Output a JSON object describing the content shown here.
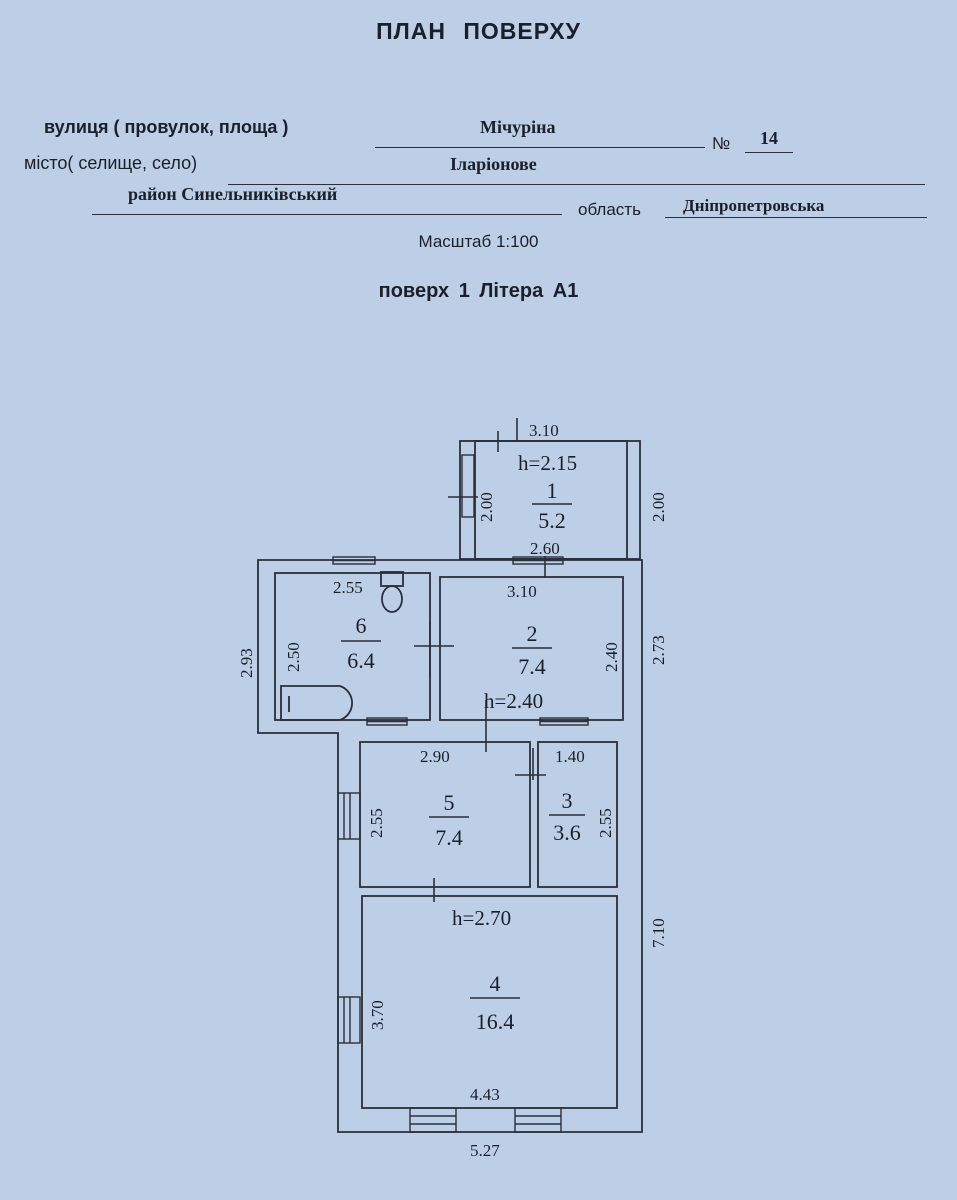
{
  "header": {
    "title": "ПЛАН ПОВЕРХУ",
    "street_label": "вулиця ( провулок, площа )",
    "street_value": "Мічуріна",
    "number_label": "№",
    "number_value": "14",
    "city_label": "місто( селище, село)",
    "city_value": "Іларіонове",
    "district_value": "район Синельниківський",
    "region_label": "область",
    "region_value": "Дніпропетровська",
    "scale": "Масштаб 1:100",
    "floor": "поверх 1 Літера А1"
  },
  "rooms": [
    {
      "number": "1",
      "area": "5.2"
    },
    {
      "number": "2",
      "area": "7.4"
    },
    {
      "number": "3",
      "area": "3.6"
    },
    {
      "number": "4",
      "area": "16.4"
    },
    {
      "number": "5",
      "area": "7.4"
    },
    {
      "number": "6",
      "area": "6.4"
    }
  ],
  "heights": {
    "room1": "h=2.15",
    "room2": "h=2.40",
    "room4": "h=2.70"
  },
  "dimensions": {
    "top_width": "3.10",
    "room1_left": "2.00",
    "room1_right_ext": "2.00",
    "room1_bottom": "2.60",
    "room6_top": "2.55",
    "room6_left_ext": "2.93",
    "room6_inner": "2.50",
    "room2_top": "3.10",
    "room2_right": "2.40",
    "right_ext_mid": "2.73",
    "room5_top": "2.90",
    "room3_top": "1.40",
    "room5_left": "2.55",
    "room3_right": "2.55",
    "right_ext_low": "7.10",
    "room4_left": "3.70",
    "room4_bottom": "4.43",
    "bottom_ext": "5.27"
  }
}
